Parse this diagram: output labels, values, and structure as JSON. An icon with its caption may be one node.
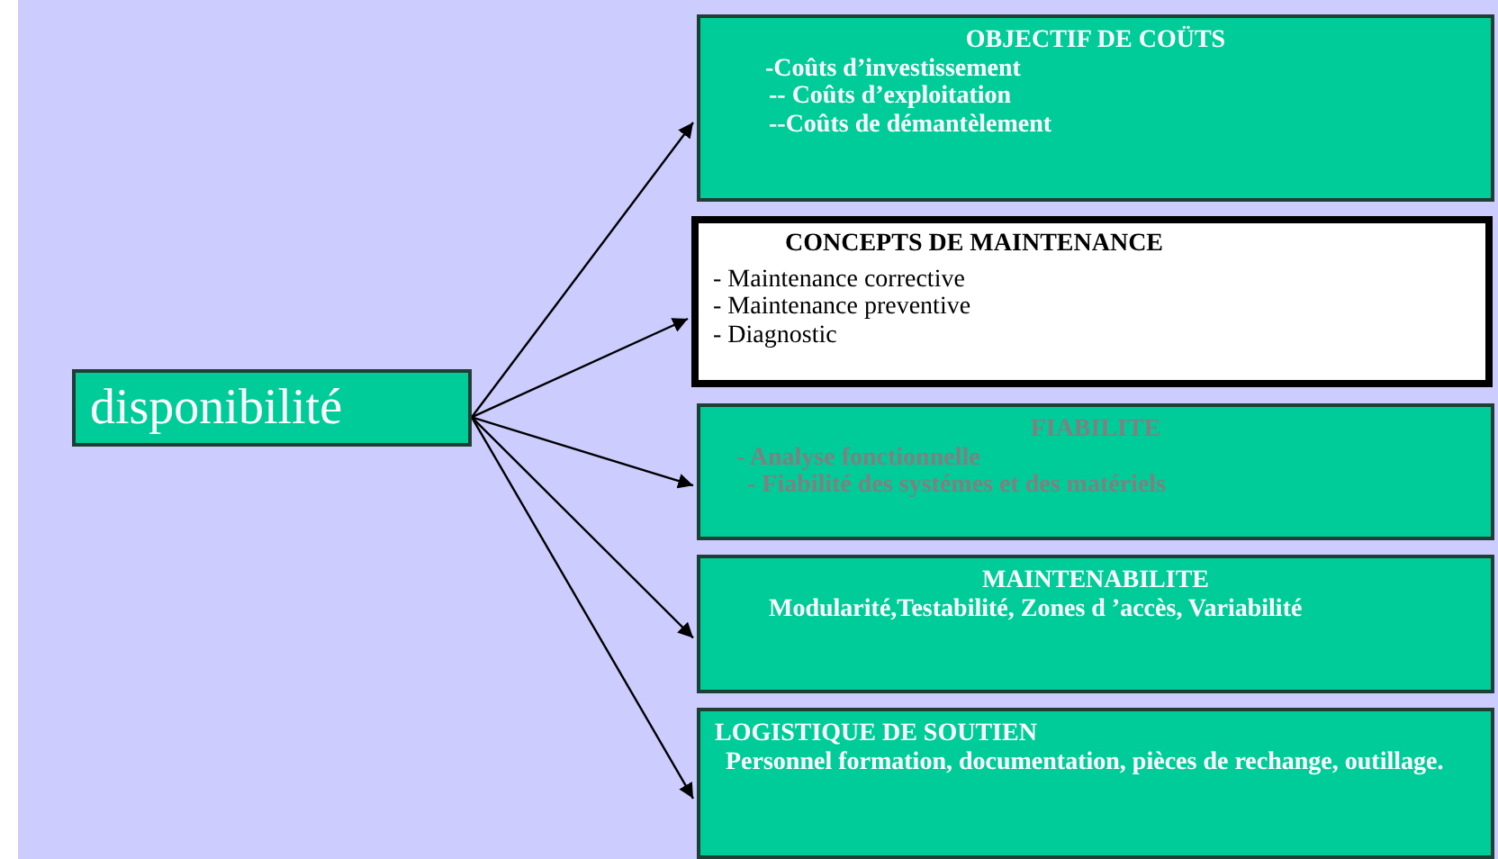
{
  "diagram": {
    "nodes": [
      {
        "text": [
          "disponibilité"
        ]
      },
      {
        "text": [
          "OBJECTIF DE COÜTS",
          "-Coûts d’investissement",
          "-- Coûts d’exploitation",
          "--Coûts de démantèlement"
        ]
      },
      {
        "text": [
          "CONCEPTS DE MAINTENANCE",
          "- Maintenance corrective",
          "- Maintenance preventive",
          "- Diagnostic"
        ]
      },
      {
        "text": [
          "FIABILITE",
          "- Analyse fonctionnelle",
          "- Fiabilité  des systémes et des matériels"
        ]
      },
      {
        "text": [
          "MAINTENABILITE",
          "Modularité,Testabilité, Zones d ’accès, Variabilité"
        ]
      },
      {
        "text": [
          "LOGISTIQUE DE SOUTIEN",
          "Personnel formation, documentation, pièces de rechange, outillage."
        ]
      }
    ],
    "edges": [
      {
        "from": 0,
        "to": 1,
        "arrow": "to"
      },
      {
        "from": 0,
        "to": 2,
        "arrow": "to"
      },
      {
        "from": 0,
        "to": 3,
        "arrow": "to"
      },
      {
        "from": 0,
        "to": 4,
        "arrow": "to"
      },
      {
        "from": 0,
        "to": 5,
        "arrow": "to"
      }
    ]
  }
}
